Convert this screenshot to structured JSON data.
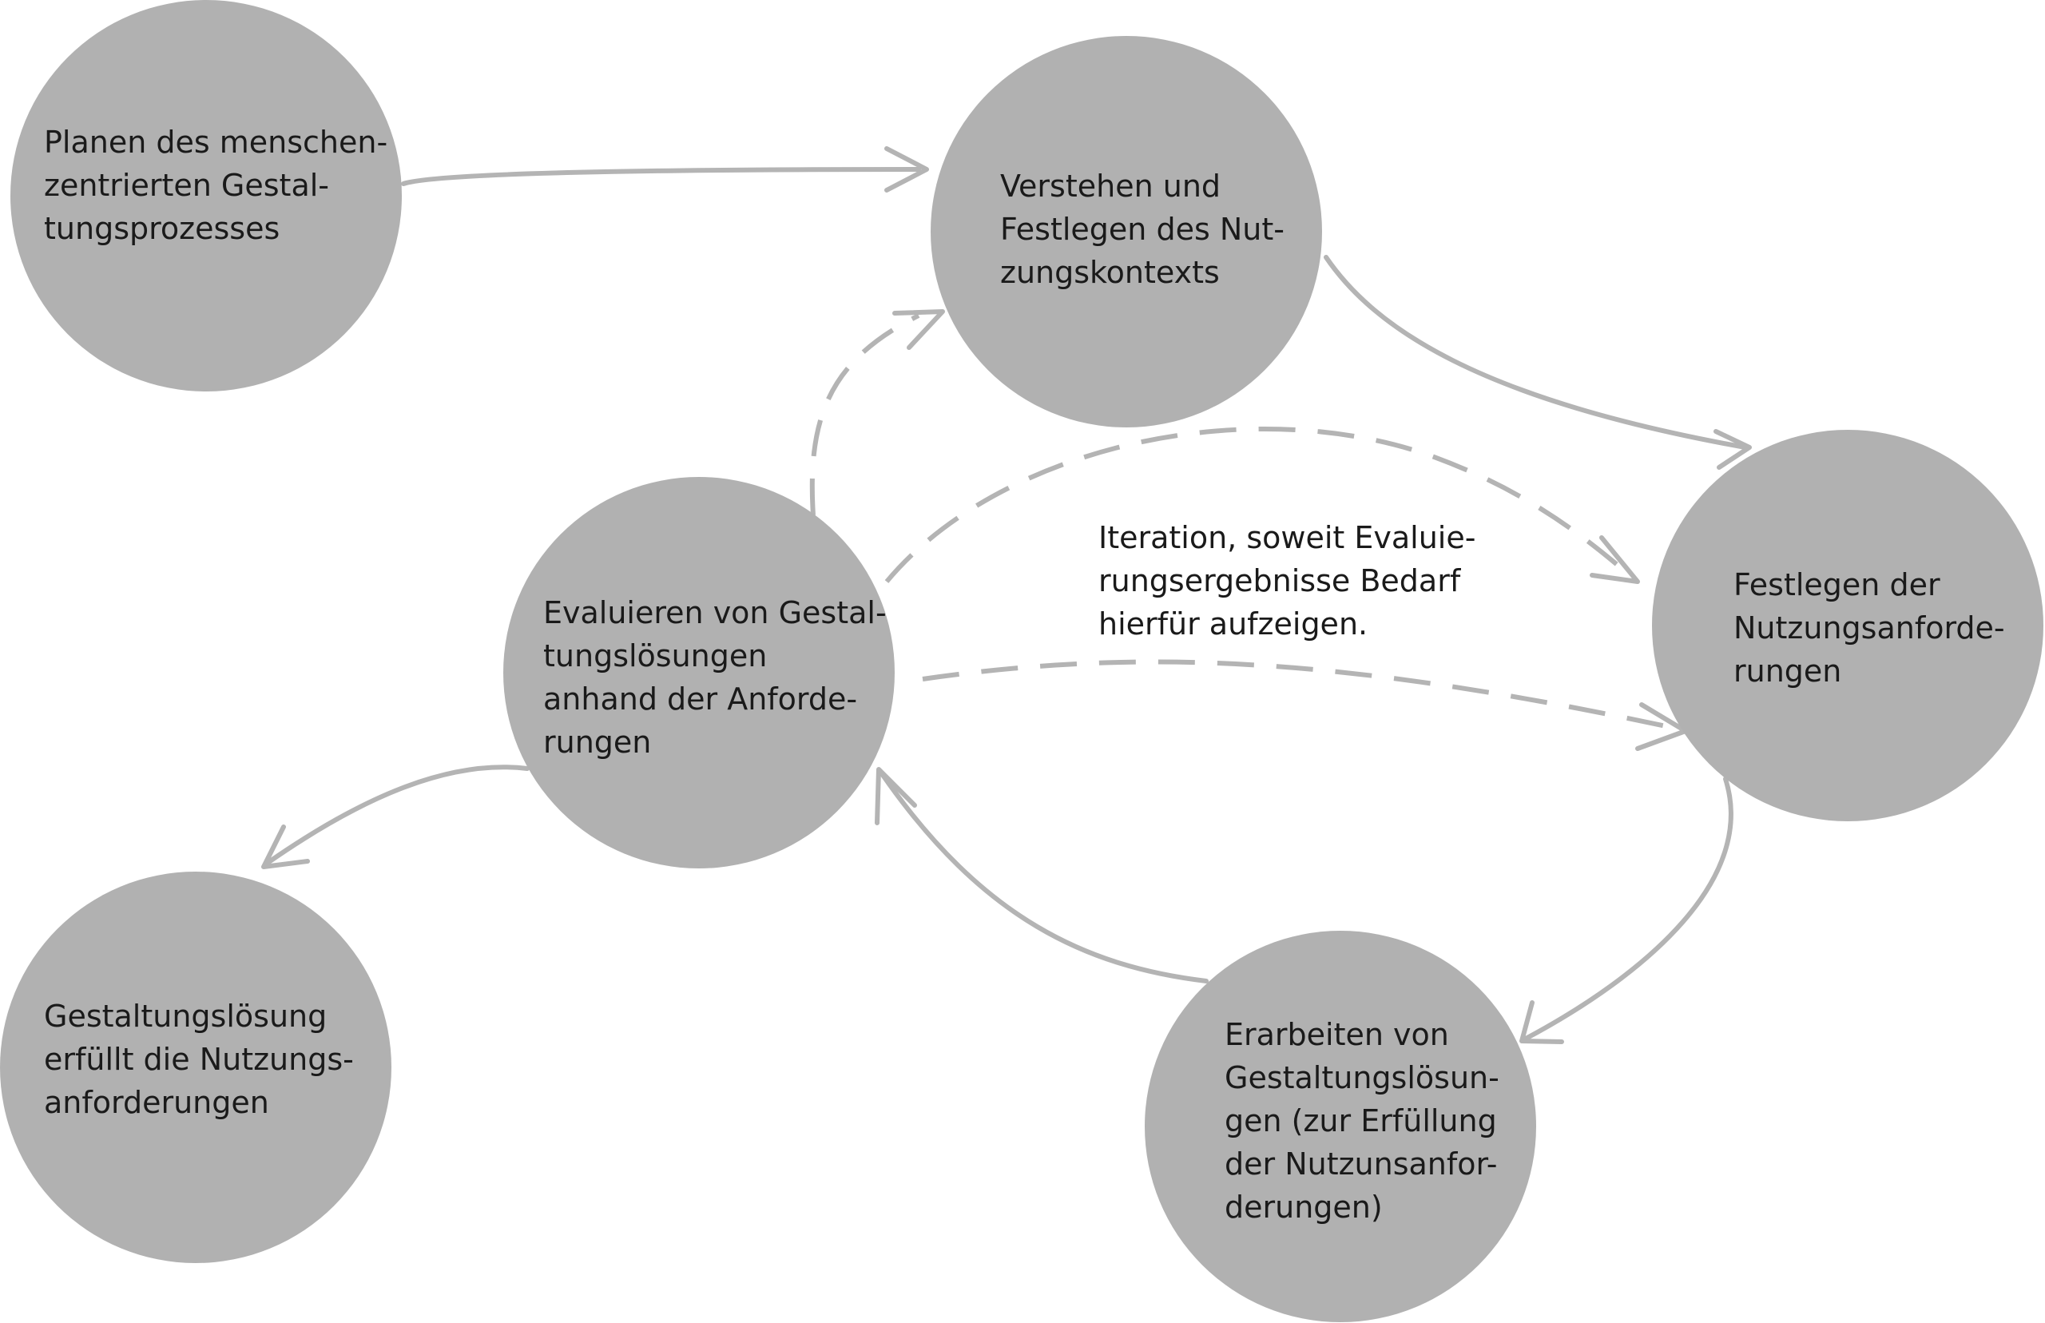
{
  "nodes": [
    {
      "id": "planen",
      "lines": [
        "Planen des menschen-",
        "zentrierten Gestal-",
        "tungsprozesses"
      ]
    },
    {
      "id": "verstehen",
      "lines": [
        "Verstehen und",
        "Festlegen des Nut-",
        "zungskontexts"
      ]
    },
    {
      "id": "festlegen",
      "lines": [
        "Festlegen der",
        "Nutzungsanforde-",
        "rungen"
      ]
    },
    {
      "id": "erarbeiten",
      "lines": [
        "Erarbeiten von",
        "Gestaltungslösun-",
        "gen (zur Erfüllung",
        "der Nutzunsanfor-",
        "derungen)"
      ]
    },
    {
      "id": "evaluieren",
      "lines": [
        "Evaluieren von Gestal-",
        "tungslösungen",
        "anhand der Anforde-",
        "rungen"
      ]
    },
    {
      "id": "erfuellt",
      "lines": [
        "Gestaltungslösung",
        "erfüllt die Nutzungs-",
        "anforderungen"
      ]
    }
  ],
  "note": {
    "lines": [
      "Iteration, soweit Evaluie-",
      "rungsergebnisse Bedarf",
      "hierfür aufzeigen."
    ]
  },
  "edges": [
    {
      "from": "planen",
      "to": "verstehen",
      "style": "solid"
    },
    {
      "from": "verstehen",
      "to": "festlegen",
      "style": "solid"
    },
    {
      "from": "festlegen",
      "to": "erarbeiten",
      "style": "solid"
    },
    {
      "from": "erarbeiten",
      "to": "evaluieren",
      "style": "solid"
    },
    {
      "from": "evaluieren",
      "to": "erfuellt",
      "style": "solid"
    },
    {
      "from": "evaluieren",
      "to": "verstehen",
      "style": "dashed"
    },
    {
      "from": "evaluieren",
      "to": "festlegen",
      "style": "dashed"
    },
    {
      "from": "evaluieren",
      "to": "festlegen",
      "style": "dashed"
    }
  ],
  "colors": {
    "node_fill": "#b1b1b1",
    "edge": "#b4b4b4",
    "text": "#1a1a1a"
  }
}
